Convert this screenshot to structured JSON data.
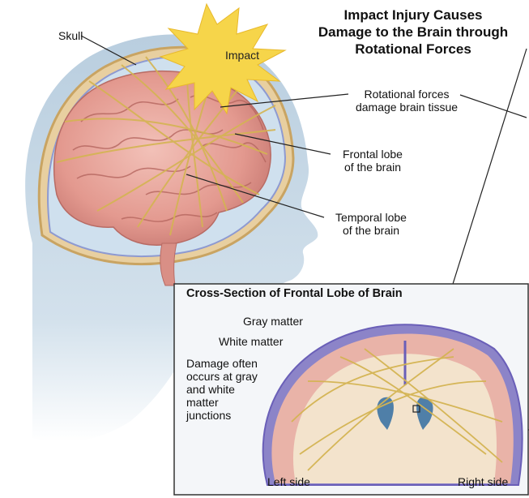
{
  "title": {
    "line1": "Impact Injury Causes",
    "line2": "Damage to the Brain through",
    "line3": "Rotational Forces"
  },
  "labels": {
    "skull": "Skull",
    "impact": "Impact",
    "rotational_1": "Rotational forces",
    "rotational_2": "damage brain tissue",
    "frontal_1": "Frontal lobe",
    "frontal_2": "of the brain",
    "temporal_1": "Temporal lobe",
    "temporal_2": "of the brain"
  },
  "inset": {
    "title": "Cross-Section of Frontal Lobe of Brain",
    "gray_matter": "Gray matter",
    "white_matter": "White matter",
    "damage_1": "Damage often",
    "damage_2": "occurs at gray",
    "damage_3": "and white",
    "damage_4": "matter",
    "damage_5": "junctions",
    "left_side": "Left side",
    "right_side": "Right side"
  },
  "colors": {
    "head": "#c5d7e5",
    "brain": "#e8a8a0",
    "brain_shadow": "#c97b74",
    "skull": "#d9b56b",
    "impact_burst": "#f6d54a",
    "force_lines": "#c9a94a",
    "white_matter": "#f3e3cc",
    "membrane": "#6a5fb8",
    "ventricle": "#4f7fa8"
  }
}
